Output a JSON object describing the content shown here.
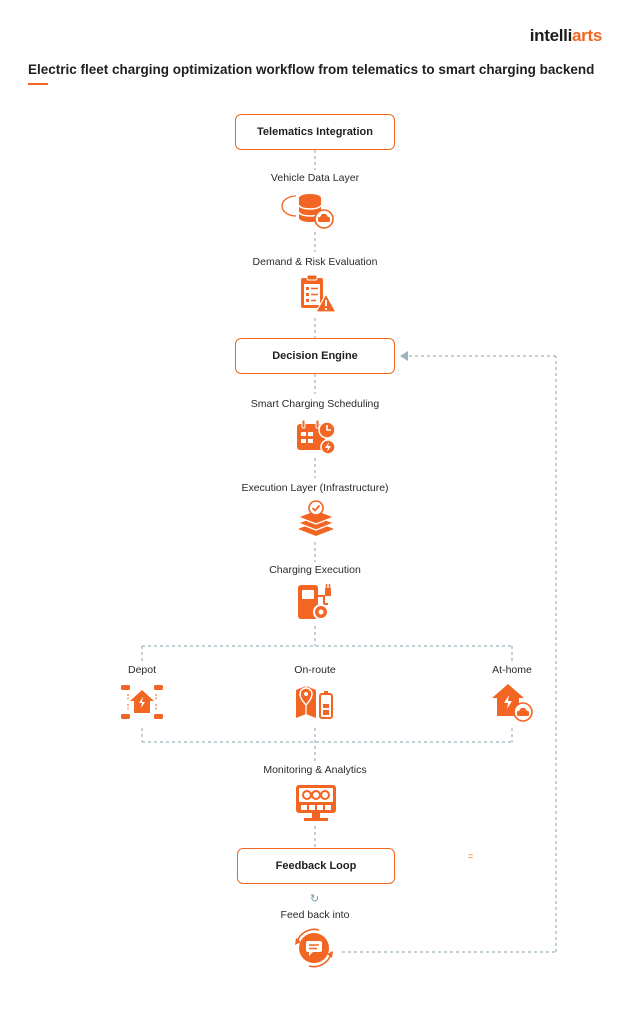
{
  "logo": {
    "prefix": "intelli",
    "accent": "arts"
  },
  "title": "Electric fleet charging optimization workflow from telematics to smart charging backend",
  "colors": {
    "accent": "#f26522",
    "connector": "#9bb4bc",
    "text": "#1f1f1f"
  },
  "boxes": {
    "telematics": "Telematics Integration",
    "decision": "Decision Engine",
    "feedback": "Feedback Loop"
  },
  "steps": {
    "vehicle_data": {
      "label": "Vehicle Data Layer",
      "icon": "database-car-icon"
    },
    "demand_risk": {
      "label": "Demand & Risk Evaluation",
      "icon": "clipboard-warning-icon"
    },
    "smart_scheduling": {
      "label": "Smart Charging Scheduling",
      "icon": "calendar-clock-bolt-icon"
    },
    "execution_layer": {
      "label": "Execution Layer (Infrastructure)",
      "icon": "layers-check-icon"
    },
    "charging_execution": {
      "label": "Charging Execution",
      "icon": "charger-gear-icon"
    },
    "monitoring": {
      "label": "Monitoring & Analytics",
      "icon": "dashboard-icon"
    },
    "feed_back": {
      "label": "Feed back into",
      "icon": "chat-cycle-icon"
    }
  },
  "branches": {
    "depot": {
      "label": "Depot",
      "icon": "depot-cars-icon"
    },
    "on_route": {
      "label": "On-route",
      "icon": "map-pin-battery-icon"
    },
    "at_home": {
      "label": "At-home",
      "icon": "home-car-icon"
    }
  },
  "marks": {
    "eq": "=",
    "cycle": "↻"
  }
}
